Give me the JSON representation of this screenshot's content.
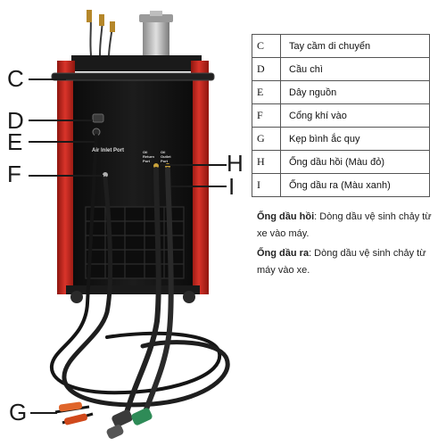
{
  "callouts": {
    "c": "C",
    "d": "D",
    "e": "E",
    "f": "F",
    "g": "G",
    "h": "H",
    "i": "I"
  },
  "machine": {
    "port_inlet": "Air Inlet Port",
    "port_return": "Oil Return Port",
    "port_outlet": "Oil Outlet Port"
  },
  "legend": [
    {
      "key": "C",
      "desc": "Tay cầm di chuyển"
    },
    {
      "key": "D",
      "desc": "Cầu chì"
    },
    {
      "key": "E",
      "desc": "Dây nguồn"
    },
    {
      "key": "F",
      "desc": "Cổng khí vào"
    },
    {
      "key": "G",
      "desc": "Kẹp bình ắc quy"
    },
    {
      "key": "H",
      "desc": "Ống dầu hồi (Màu đỏ)"
    },
    {
      "key": "I",
      "desc": "Ống dầu ra (Màu xanh)"
    }
  ],
  "notes": {
    "return_title": "Ống dầu hồi",
    "return_text": ": Dòng dầu vệ sinh chảy từ xe vào máy.",
    "outlet_title": "Ống dầu ra",
    "outlet_text": ": Dòng dầu vệ sinh chảy từ máy vào xe."
  },
  "colors": {
    "frame_red": "#c0261c",
    "body_black": "#141414",
    "hose_black": "#1b1b1b",
    "clamp_orange": "#e0652a",
    "coupler_green": "#2e8b57"
  }
}
